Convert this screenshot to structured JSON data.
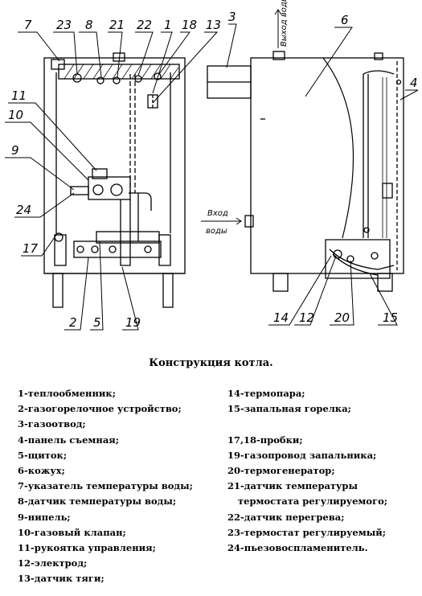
{
  "callouts": {
    "n1": "1",
    "n2": "2",
    "n3": "3",
    "n4": "4",
    "n5": "5",
    "n6": "6",
    "n7": "7",
    "n8": "8",
    "n9": "9",
    "n10": "10",
    "n11": "11",
    "n12": "12",
    "n13": "13",
    "n14": "14",
    "n15": "15",
    "n17": "17",
    "n18": "18",
    "n19": "19",
    "n20": "20",
    "n21": "21",
    "n22": "22",
    "n23": "23",
    "n24": "24",
    "gas_out": "Выход воды",
    "gas_in_1": "Вход",
    "gas_in_2": "воды"
  },
  "caption": "Конструкция котла.",
  "legend_left": [
    "1-теплообменник;",
    "2-газогорелочное устройство;",
    "3-газоотвод;",
    "4-панель съемная;",
    "5-щиток;",
    "6-кожух;",
    "7-указатель температуры воды;",
    "8-датчик температуры воды;",
    "9-нипель;",
    "10-газовый клапан;",
    "11-рукоятка управления;",
    "12-электрод;",
    "13-датчик тяги;"
  ],
  "legend_right": [
    "14-термопара;",
    "15-запальная горелка;",
    "",
    "17,18-пробки;",
    "19-газопровод запальника;",
    "20-термогенератор;",
    "21-датчик температуры",
    "термостата регулируемого;",
    "22-датчик перегрева;",
    "23-термостат регулируемый;",
    "24-пьезовоспламенитель."
  ]
}
